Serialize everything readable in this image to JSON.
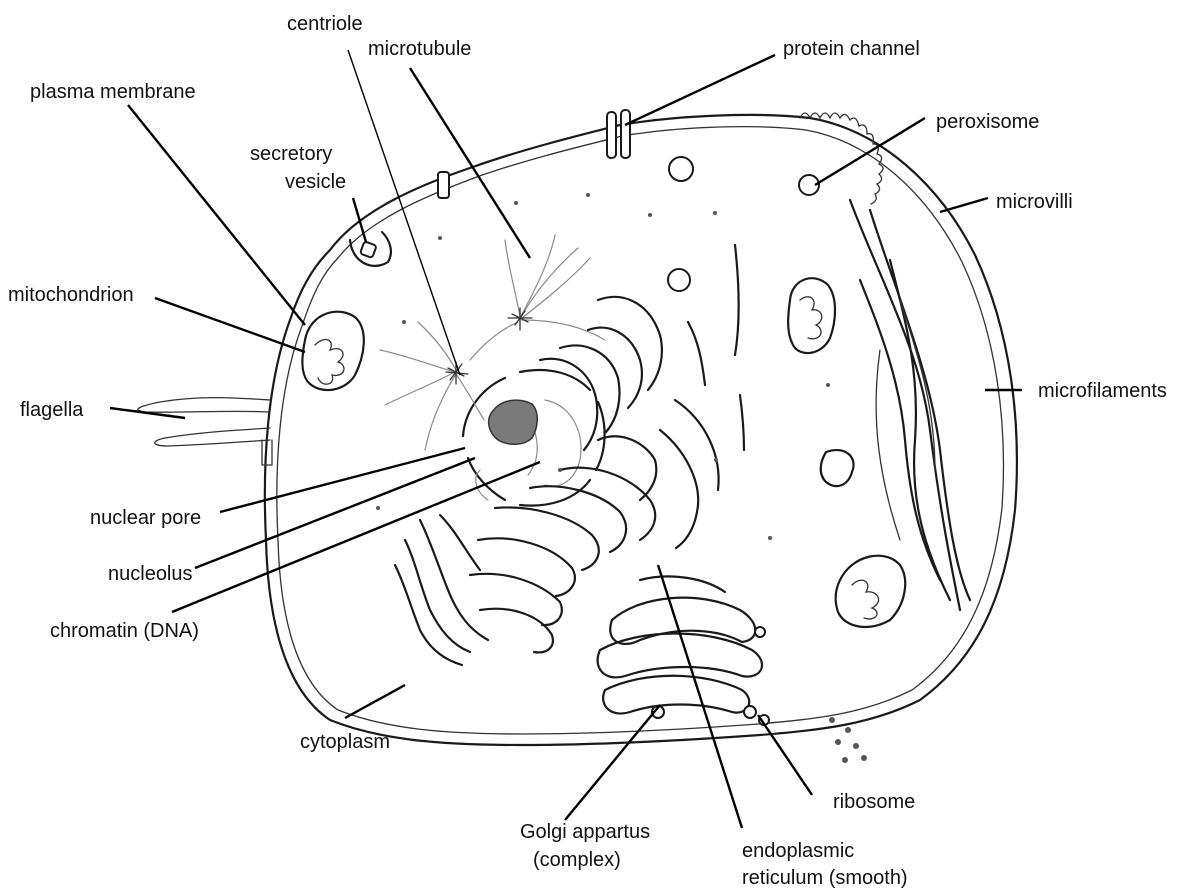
{
  "labels": {
    "centriole": "centriole",
    "microtubule": "microtubule",
    "protein_channel": "protein channel",
    "plasma_membrane": "plasma membrane",
    "peroxisome": "peroxisome",
    "secretory_vesicle_line1": "secretory",
    "secretory_vesicle_line2": "vesicle",
    "microvilli": "microvilli",
    "mitochondrion": "mitochondrion",
    "microfilaments": "microfilaments",
    "flagella": "flagella",
    "nuclear_pore": "nuclear pore",
    "nucleolus": "nucleolus",
    "chromatin": "chromatin (DNA)",
    "cytoplasm": "cytoplasm",
    "ribosome": "ribosome",
    "golgi_line1": "Golgi appartus",
    "golgi_line2": "(complex)",
    "er_line1": "endoplasmic",
    "er_line2": "reticulum (smooth)"
  },
  "colors": {
    "ink": "#1a1a1a",
    "nucleolus_fill": "#7a7a7a",
    "background": "#ffffff"
  }
}
